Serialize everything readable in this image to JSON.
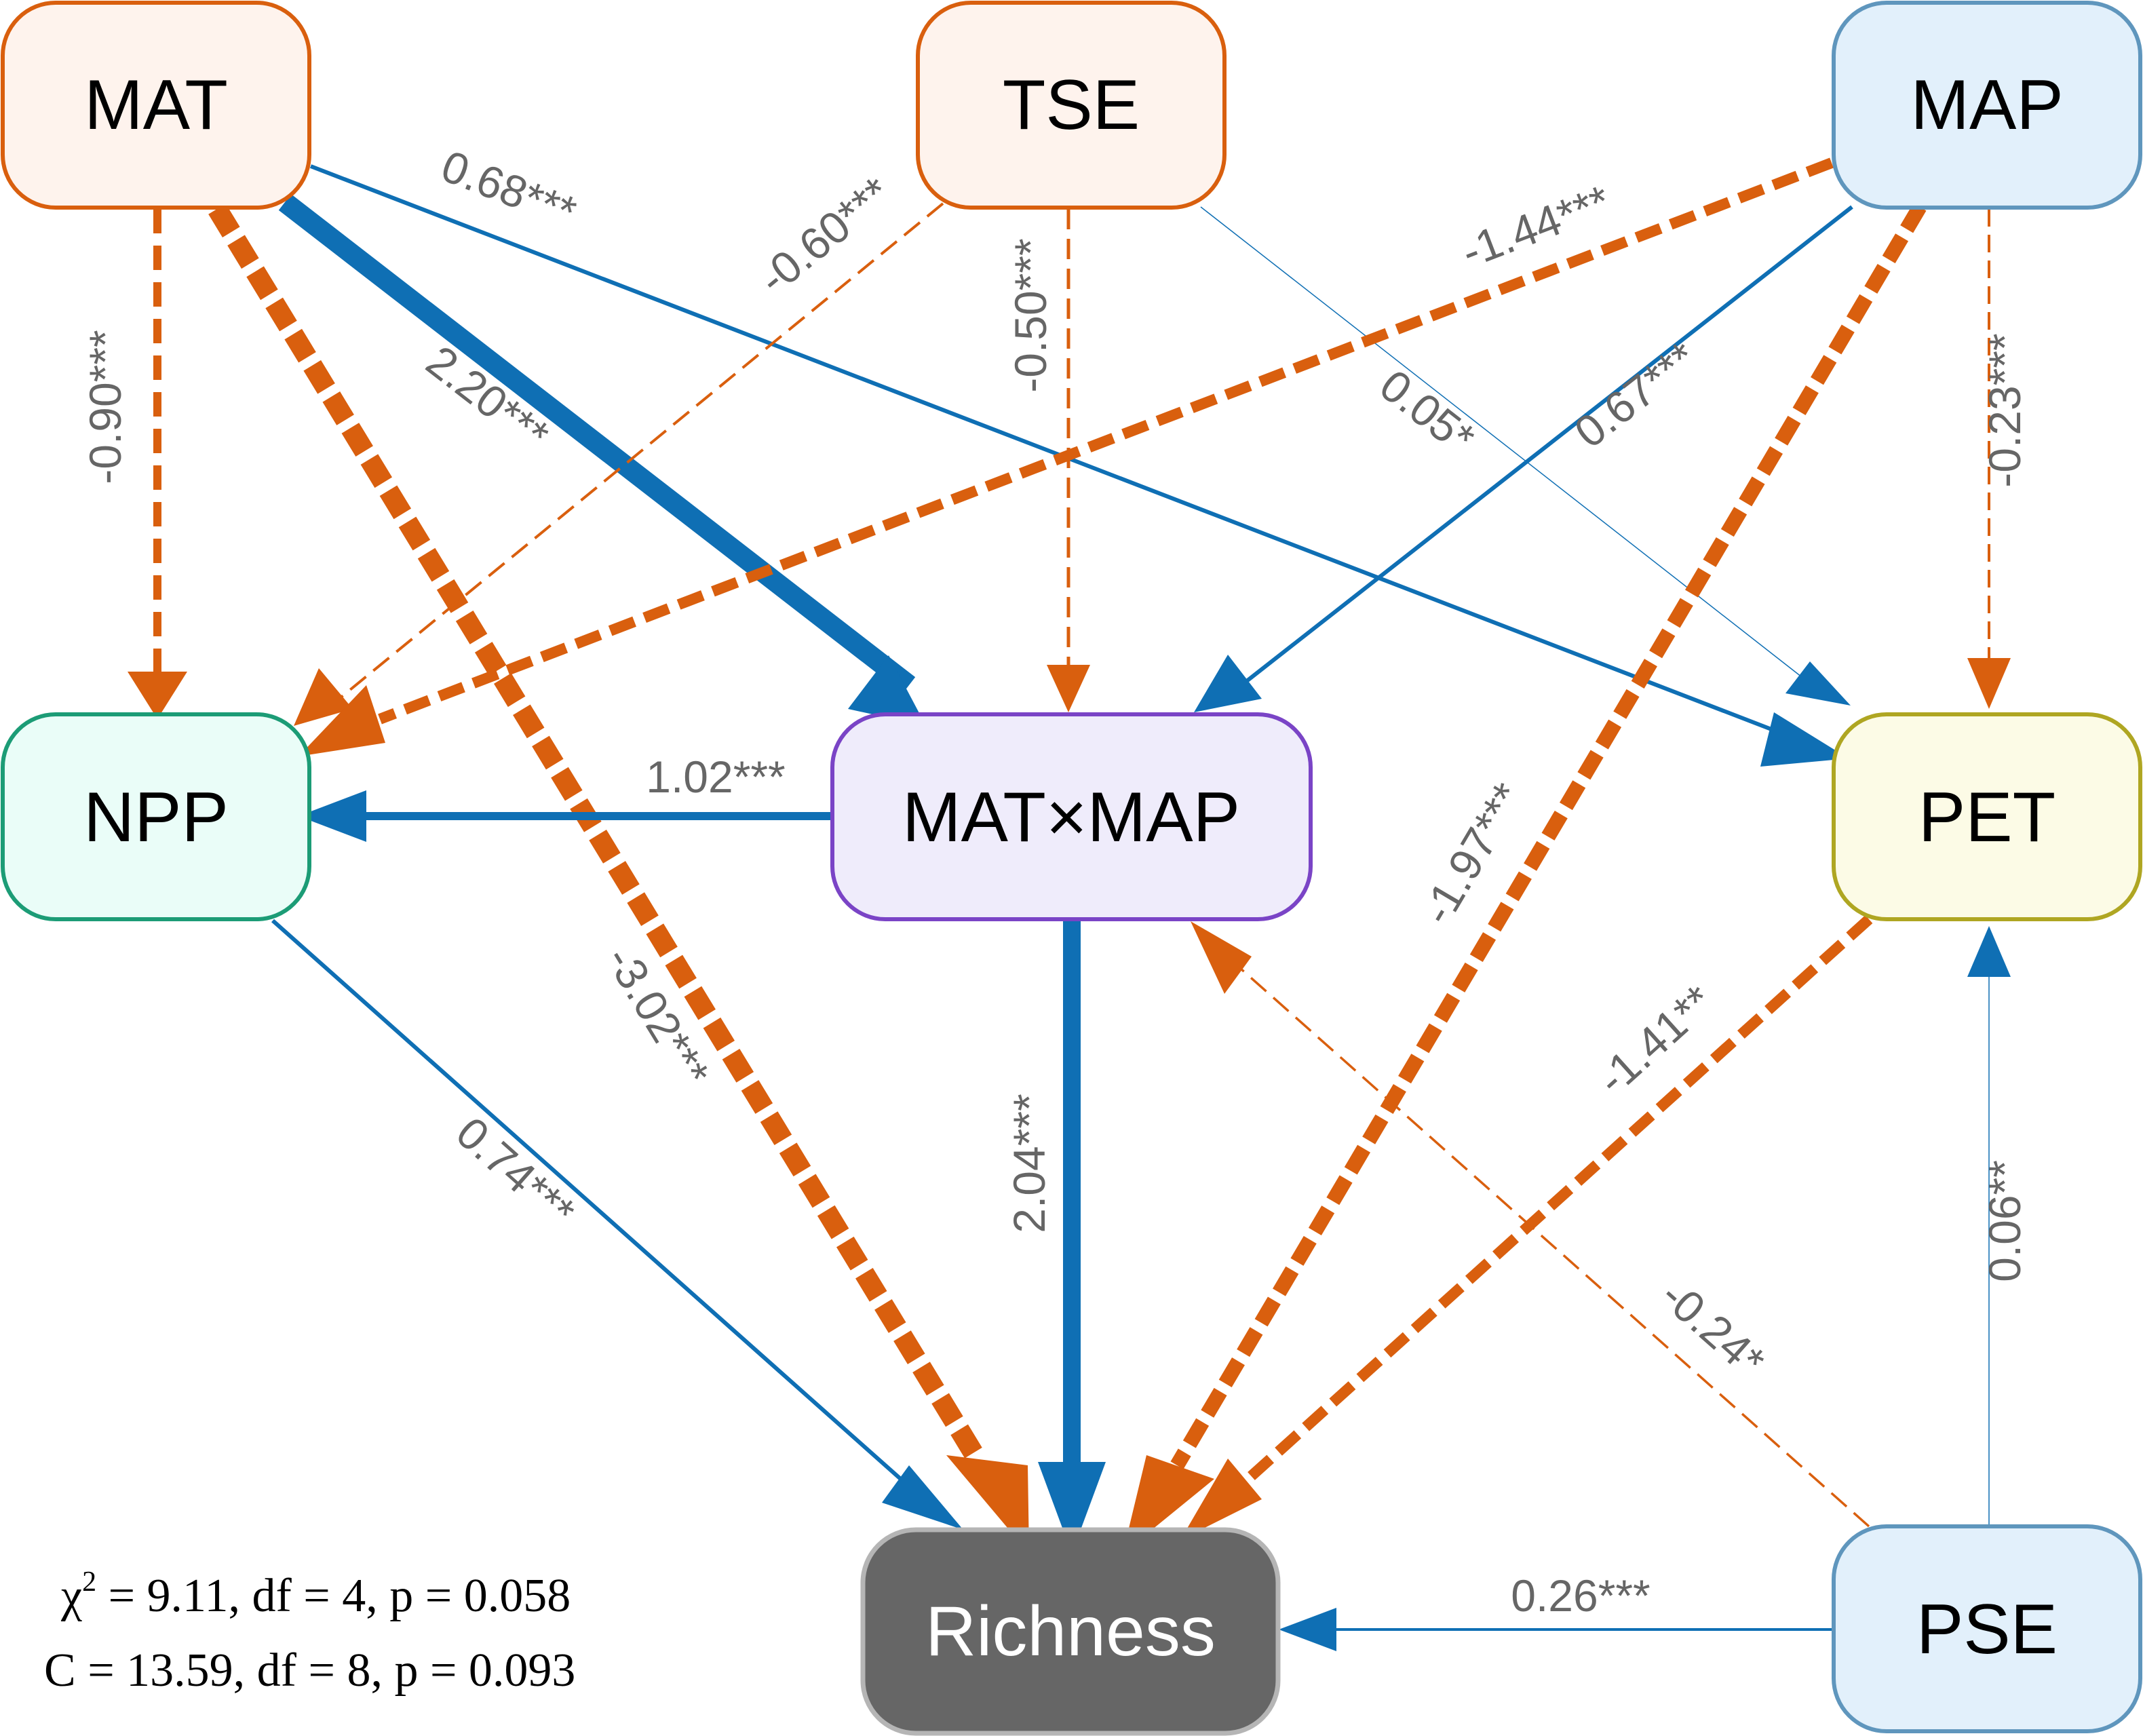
{
  "nodes": {
    "mat": "MAT",
    "tse": "TSE",
    "map": "MAP",
    "npp": "NPP",
    "matmap": "MAT×MAP",
    "pet": "PET",
    "richness": "Richness",
    "pse": "PSE"
  },
  "paths": [
    {
      "from": "MAT",
      "to": "NPP",
      "label": "-0.90***",
      "sign": "negative"
    },
    {
      "from": "MAT",
      "to": "MAT×MAP",
      "label": "2.20***",
      "sign": "positive"
    },
    {
      "from": "MAT",
      "to": "Richness",
      "label": "-3.02***",
      "sign": "negative"
    },
    {
      "from": "MAT",
      "to": "PET",
      "label": "0.68***",
      "sign": "positive"
    },
    {
      "from": "TSE",
      "to": "NPP",
      "label": "-0.60***",
      "sign": "negative"
    },
    {
      "from": "TSE",
      "to": "MAT×MAP",
      "label": "-0.50***",
      "sign": "negative"
    },
    {
      "from": "TSE",
      "to": "PET",
      "label": "0.05*",
      "sign": "positive"
    },
    {
      "from": "MAP",
      "to": "NPP",
      "label": "-1.44***",
      "sign": "negative"
    },
    {
      "from": "MAP",
      "to": "MAT×MAP",
      "label": "0.67***",
      "sign": "positive"
    },
    {
      "from": "MAP",
      "to": "Richness",
      "label": "-1.97***",
      "sign": "negative"
    },
    {
      "from": "MAP",
      "to": "PET",
      "label": "-0.23***",
      "sign": "negative"
    },
    {
      "from": "MAT×MAP",
      "to": "NPP",
      "label": "1.02***",
      "sign": "positive"
    },
    {
      "from": "MAT×MAP",
      "to": "Richness",
      "label": "2.04***",
      "sign": "positive"
    },
    {
      "from": "NPP",
      "to": "Richness",
      "label": "0.74***",
      "sign": "positive"
    },
    {
      "from": "PET",
      "to": "Richness",
      "label": "-1.41**",
      "sign": "negative"
    },
    {
      "from": "PSE",
      "to": "MAT×MAP",
      "label": "-0.24*",
      "sign": "negative"
    },
    {
      "from": "PSE",
      "to": "PET",
      "label": "0.06**",
      "sign": "positive"
    },
    {
      "from": "PSE",
      "to": "Richness",
      "label": "0.26***",
      "sign": "positive"
    }
  ],
  "fit": {
    "chi_symbol": "χ",
    "chi_exp": "2",
    "chi_rest": " = 9.11, df = 4, p = 0.058",
    "c_line": "C = 13.59, df = 8, p = 0.093"
  },
  "colors": {
    "positive": "#0f6fb4",
    "negative": "#d95f0e",
    "label": "#666666"
  }
}
